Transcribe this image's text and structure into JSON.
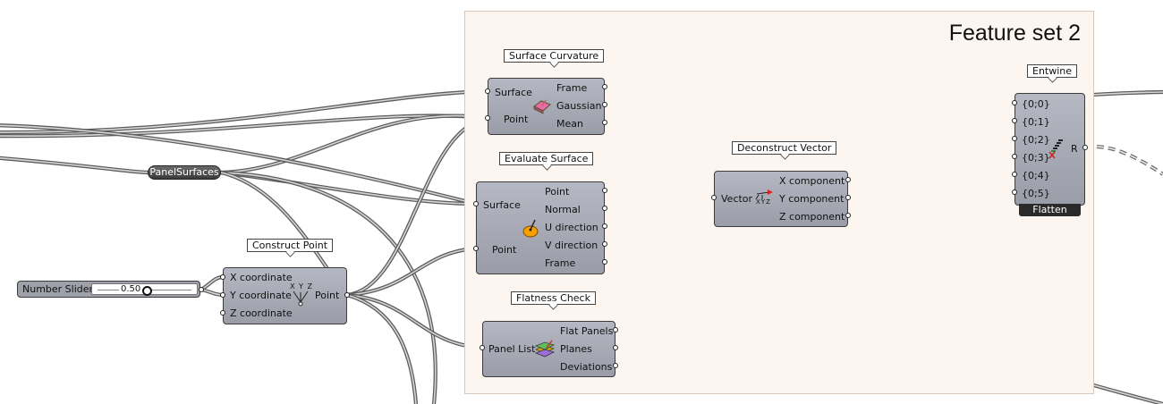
{
  "group": {
    "title": "Feature set 2"
  },
  "panel_surfaces": {
    "label": "PanelSurfaces"
  },
  "number_slider": {
    "label": "Number Slider",
    "value": "0.50"
  },
  "construct_point": {
    "title": "Construct Point",
    "inputs": [
      "X coordinate",
      "Y coordinate",
      "Z coordinate"
    ],
    "output": "Point",
    "icon": "xyz-point-icon"
  },
  "surface_curvature": {
    "title": "Surface Curvature",
    "inputs": [
      "Surface",
      "Point"
    ],
    "outputs": [
      "Frame",
      "Gaussian",
      "Mean"
    ],
    "icon": "curvature-icon"
  },
  "evaluate_surface": {
    "title": "Evaluate Surface",
    "inputs": [
      "Surface",
      "Point"
    ],
    "outputs": [
      "Point",
      "Normal",
      "U direction",
      "V direction",
      "Frame"
    ],
    "icon": "evaluate-surface-icon"
  },
  "flatness_check": {
    "title": "Flatness Check",
    "input": "Panel List",
    "outputs": [
      "Flat Panels",
      "Planes",
      "Deviations"
    ],
    "icon": "flatness-icon"
  },
  "deconstruct_vector": {
    "title": "Deconstruct Vector",
    "input": "Vector",
    "outputs": [
      "X component",
      "Y component",
      "Z component"
    ],
    "icon": "vector-xyz-icon",
    "icon_text": "XYZ"
  },
  "entwine": {
    "title": "Entwine",
    "inputs": [
      "{0;0}",
      "{0;1}",
      "{0;2}",
      "{0;3}",
      "{0;4}",
      "{0;5}"
    ],
    "output": "R",
    "footer": "Flatten",
    "icon": "entwine-icon"
  },
  "xyz_label": "X Y Z",
  "colors": {
    "canvas": "#ffffff",
    "group_fill": "#fdf5ef",
    "component": "#a7aab4",
    "wire": "#5d5d5d"
  }
}
